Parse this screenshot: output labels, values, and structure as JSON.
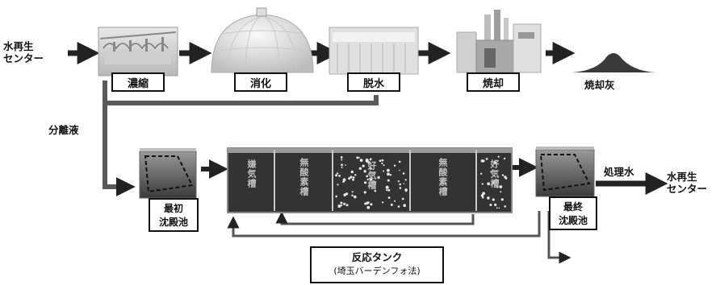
{
  "input_label": [
    "水再生",
    "センター"
  ],
  "top_steps": [
    "濃縮",
    "消化",
    "脱水",
    "焼却"
  ],
  "ash_label": "焼却灰",
  "separated_liquid": "分離液",
  "first_tank": [
    "最初",
    "沈殿池"
  ],
  "reaction_zones": [
    "嫌気槽",
    "無酸素槽",
    "好気槽",
    "無酸素槽",
    "好気槽"
  ],
  "final_tank": [
    "最終",
    "沈殿池"
  ],
  "treated_water": "処理水",
  "output_label": [
    "水再生",
    "センター"
  ],
  "reaction_tank": {
    "title": "反応タンク",
    "subtitle": "(埼玉バーデンフォ法)"
  },
  "colors": {
    "arrow": "#222222",
    "tank_dark": "#3a3a3a",
    "reaction_fill": "#333333",
    "dots": "#e8e8e8"
  }
}
